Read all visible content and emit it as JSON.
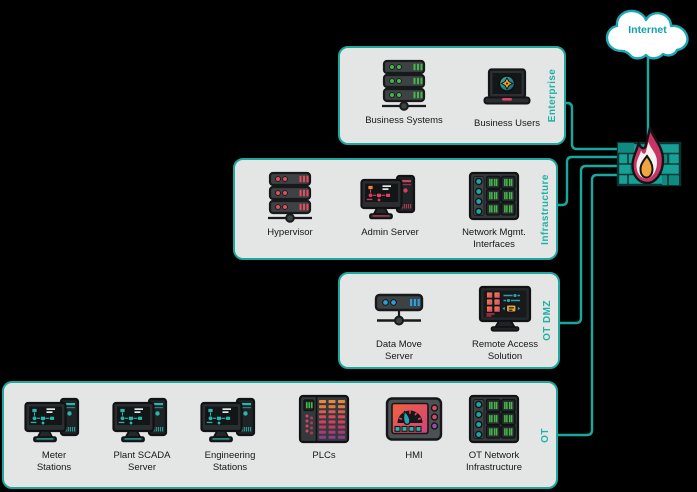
{
  "internet": {
    "label": "Internet"
  },
  "zones": [
    {
      "id": "enterprise",
      "label": "Enterprise",
      "items": [
        {
          "id": "business-systems",
          "icon": "server-rack",
          "variant": "green",
          "label": "Business Systems"
        },
        {
          "id": "business-users",
          "icon": "laptop",
          "variant": "",
          "label": "Business Users"
        }
      ]
    },
    {
      "id": "infrastructure",
      "label": "Infrastructure",
      "items": [
        {
          "id": "hypervisor",
          "icon": "server-rack",
          "variant": "red",
          "label": "Hypervisor"
        },
        {
          "id": "admin-server",
          "icon": "workstation",
          "variant": "pink",
          "label": "Admin Server"
        },
        {
          "id": "network-mgmt-interfaces",
          "icon": "network-switch",
          "variant": "",
          "label": "Network Mgmt.\nInterfaces"
        }
      ]
    },
    {
      "id": "ot-dmz",
      "label": "OT DMZ",
      "items": [
        {
          "id": "data-move-server",
          "icon": "server-single",
          "variant": "blue",
          "label": "Data Move\nServer"
        },
        {
          "id": "remote-access-solution",
          "icon": "monitor-grid",
          "variant": "",
          "label": "Remote Access\nSolution"
        }
      ]
    },
    {
      "id": "ot",
      "label": "OT",
      "items": [
        {
          "id": "meter-stations",
          "icon": "workstation",
          "variant": "teal",
          "label": "Meter\nStations"
        },
        {
          "id": "plant-scada-server",
          "icon": "workstation",
          "variant": "teal",
          "label": "Plant SCADA\nServer"
        },
        {
          "id": "engineering-stations",
          "icon": "workstation",
          "variant": "teal",
          "label": "Engineering\nStations"
        },
        {
          "id": "plcs",
          "icon": "plc",
          "variant": "",
          "label": "PLCs"
        },
        {
          "id": "hmi",
          "icon": "hmi",
          "variant": "",
          "label": "HMI"
        },
        {
          "id": "ot-network-infrastructure",
          "icon": "network-switch",
          "variant": "",
          "label": "OT Network\nInfrastructure"
        }
      ]
    }
  ],
  "colors": {
    "background": "#000000",
    "teal_line": "#15a9a0",
    "zone_fill": "#e4e6e5",
    "zone_border": "#1aa89f",
    "zone_label": "#1fb0a7",
    "cloud_border": "#1ba8b5",
    "brick": "#16a096",
    "flame_outer": "#c93365",
    "flame_inner": "#f2a53c",
    "led_green": "#45b649",
    "led_red": "#e74c5b",
    "led_blue": "#2b9fd9",
    "accent_pink": "#d5456a",
    "accent_orange": "#e8883c"
  }
}
